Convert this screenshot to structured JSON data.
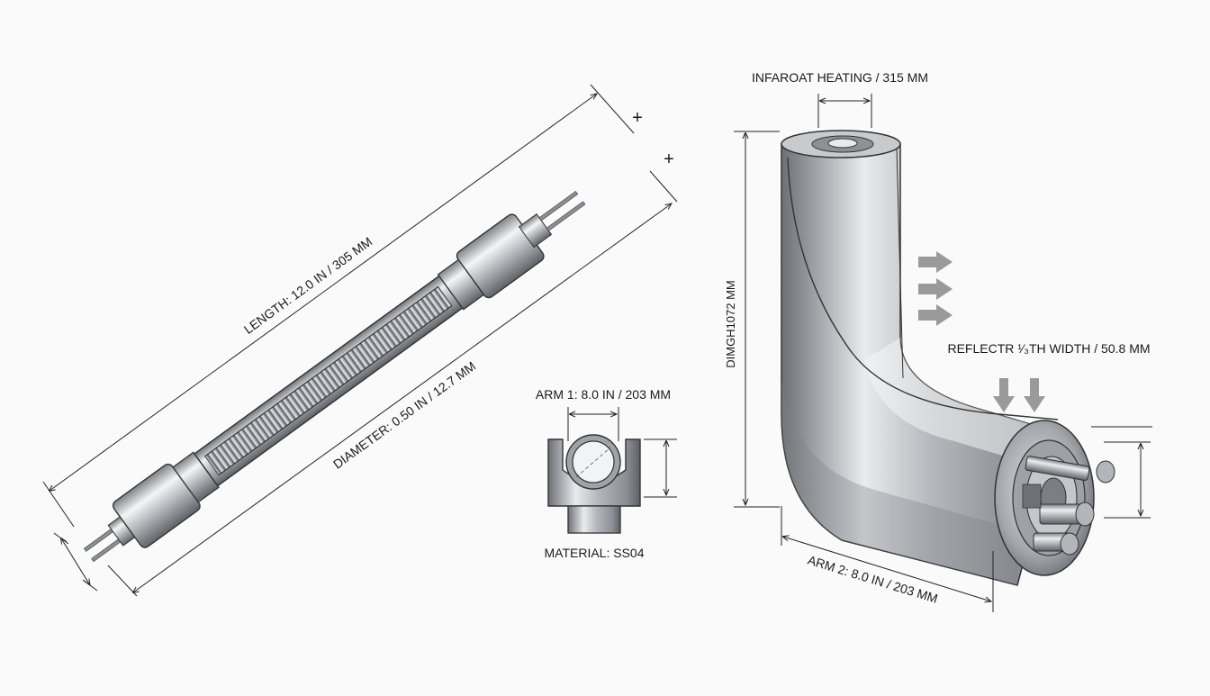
{
  "straight_heater": {
    "length_label": "LENGTH: 12.0 IN / 305 MM",
    "diameter_label": "DIAMETER: 0.50 IN / 12.7 MM",
    "terminal_symbols": [
      "+",
      "+"
    ]
  },
  "cross_section": {
    "arm1_label": "ARM 1: 8.0 IN / 203 MM",
    "material_label": "MATERIAL: SS04"
  },
  "bent_heater": {
    "top_label": "INFAROAT HEATING / 315 MM",
    "height_label": "DIMGH1072 MM",
    "reflector_label": "REFLECTR ¹⁄₃TH WIDTH / 50.8 MM",
    "arm2_label": "ARM 2: 8.0 IN / 203 MM"
  },
  "colors": {
    "metal_dark": "#7c8085",
    "metal_light": "#f2f3f4",
    "arrow_gray": "#9a9a9a",
    "line": "#222222"
  }
}
